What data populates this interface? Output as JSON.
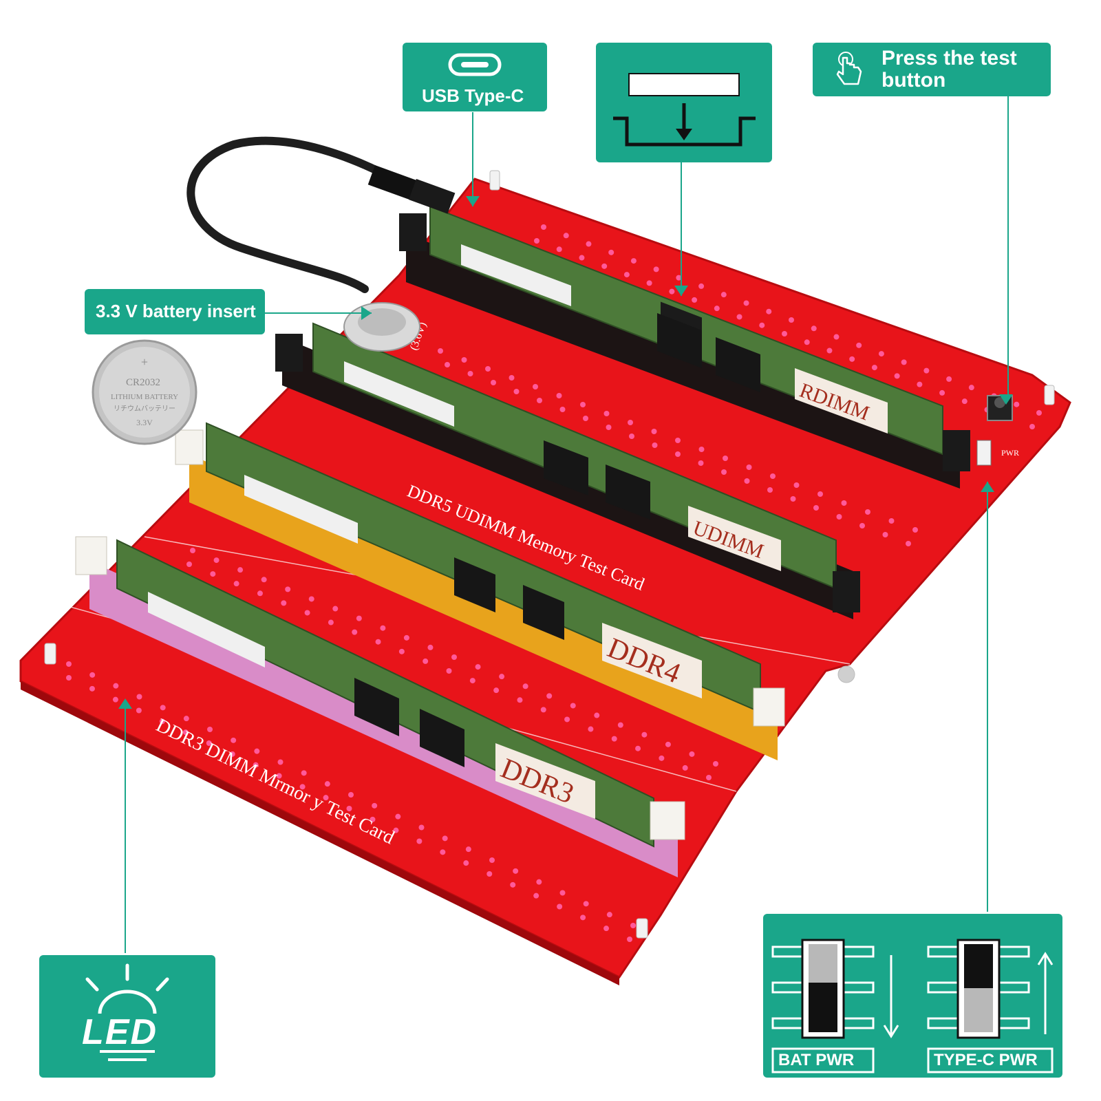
{
  "callouts": {
    "usb": {
      "label": "USB  Type-C",
      "icon": "usb-c-port-icon"
    },
    "insert": {
      "icon": "module-insert-down-arrow-icon"
    },
    "test_button": {
      "label_line1": "Press the test",
      "label_line2": "button",
      "icon": "pointer-hand-icon"
    },
    "battery_insert": {
      "label": "3.3 V battery insert"
    },
    "led": {
      "label": "LED",
      "icon": "light-bulb-rays-icon"
    },
    "power_switch": {
      "bat_label": "BAT  PWR",
      "typec_label": "TYPE-C  PWR",
      "icon": "slide-switch-icon"
    }
  },
  "coin_cell": {
    "line1": "CR2032",
    "line2": "LITHIUM BATTERY",
    "line3": "リチウムバッテリー",
    "line4": "3.3V"
  },
  "modules": {
    "rdimm": "RDIMM",
    "udimm": "UDIMM",
    "ddr4": "DDR4",
    "ddr3": "DDR3"
  },
  "board": {
    "ddr5_title": "DDR5  UDIMM  Memory  Test  Card",
    "ddr3_title": "DDR3  DIMM  Mrmor y  Test  Card",
    "battery_voltage": "(3.6V)",
    "pwr_label": "PWR"
  },
  "colors": {
    "accent_green": "#1aa68a",
    "board_red": "#e8141a",
    "module_green": "#4d7a3a",
    "led_pink": "#ff5a9a",
    "ddr4_slot": "#e8a31c",
    "ddr3_slot": "#d98cc8"
  }
}
